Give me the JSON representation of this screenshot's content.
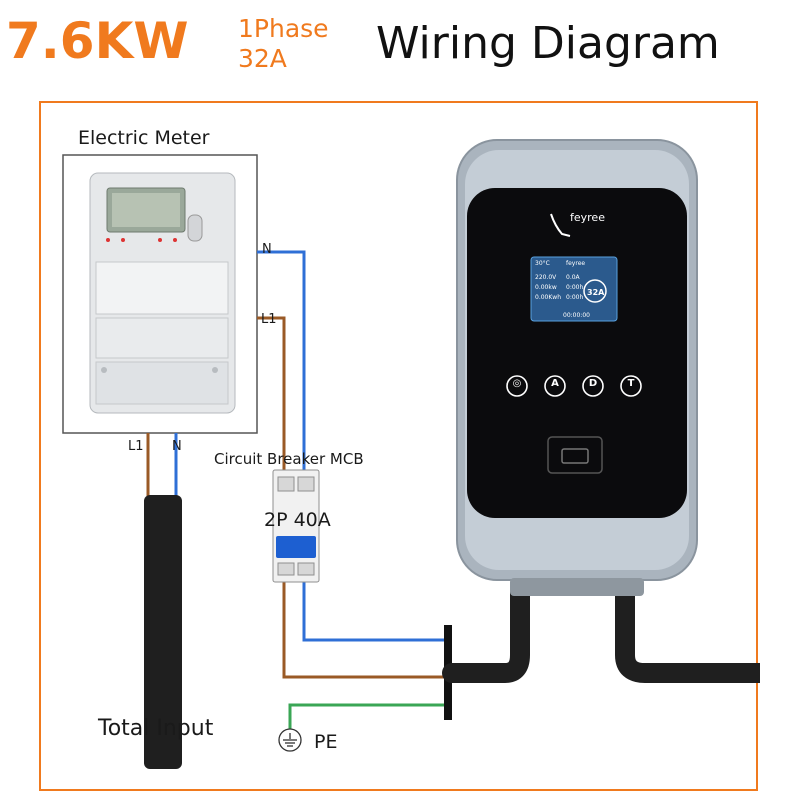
{
  "header": {
    "power": "7.6KW",
    "phase_line1": "1Phase",
    "phase_line2": "32A",
    "title": "Wiring Diagram"
  },
  "meter": {
    "label": "Electric Meter",
    "terminal_n": "N",
    "terminal_l1": "L1"
  },
  "cable": {
    "l1": "L1",
    "n": "N",
    "label": "Total Input"
  },
  "breaker": {
    "label": "Circuit Breaker MCB",
    "rating": "2P 40A"
  },
  "ground": {
    "label": "PE"
  },
  "charger": {
    "brand": "feyree",
    "screen": {
      "temp": "30°C",
      "brand": "feyree",
      "voltage": "220.0V",
      "current": "0.0A",
      "power": "0.00kw",
      "time1": "0:00h",
      "energy": "0.00Kwh",
      "time2": "0:00h",
      "amps": "32A",
      "clock": "00:00:00"
    },
    "buttons": [
      "◎",
      "A",
      "D",
      "T"
    ]
  },
  "colors": {
    "accent": "#f07a1e",
    "neutral_wire": "#2f6fd6",
    "live_wire": "#9a5a26",
    "ground_wire": "#3aa655",
    "cable": "#1f1f1f"
  }
}
